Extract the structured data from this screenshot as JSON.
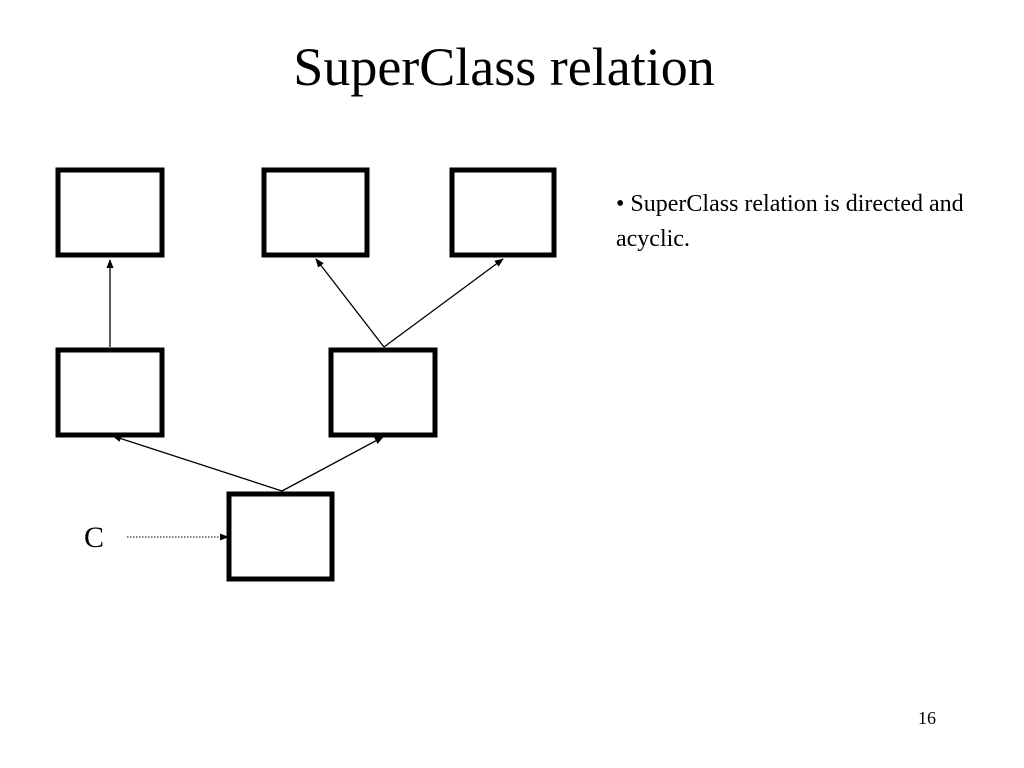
{
  "slide": {
    "title": "SuperClass relation",
    "bullet": "• SuperClass relation is directed and acyclic.",
    "page_number": "16"
  },
  "diagram": {
    "class_label": "C",
    "colors": {
      "box_stroke": "#000000",
      "arrow": "#000000",
      "background": "#ffffff"
    }
  }
}
